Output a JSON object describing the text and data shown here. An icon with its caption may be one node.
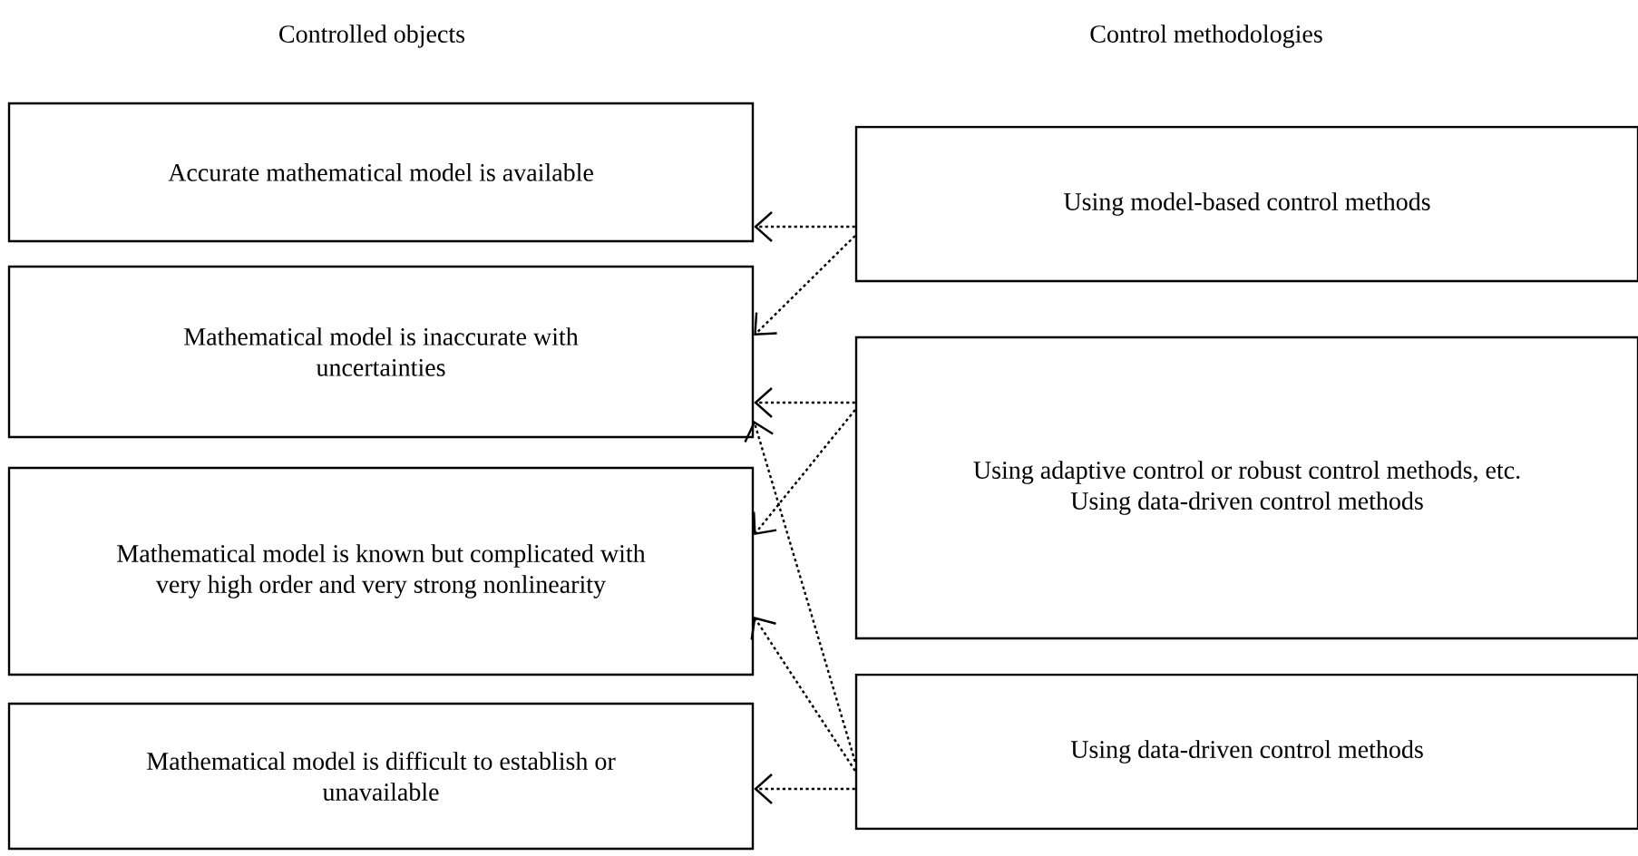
{
  "diagram": {
    "nodes": [
      {
        "text": [
          "Accurate mathematical model is available"
        ]
      },
      {
        "text": [
          "Mathematical model is inaccurate with uncertainties"
        ]
      },
      {
        "text": [
          "Mathematical model is known but complicated with very high order and very strong nonlinearity"
        ]
      },
      {
        "text": [
          "Mathematical model is difficult to establish or unavailable"
        ]
      },
      {
        "text": [
          "Using model-based control methods"
        ]
      },
      {
        "text": [
          "Using adaptive control or robust control methods, etc.",
          "Using data-driven control methods"
        ]
      },
      {
        "text": [
          "Using data-driven control methods"
        ]
      }
    ],
    "edges": [
      {
        "from": 4,
        "to": 0,
        "arrow": "to"
      },
      {
        "from": 4,
        "to": 1,
        "arrow": "to"
      },
      {
        "from": 5,
        "to": 1,
        "arrow": "to"
      },
      {
        "from": 5,
        "to": 2,
        "arrow": "to"
      },
      {
        "from": 6,
        "to": 1,
        "arrow": "to"
      },
      {
        "from": 6,
        "to": 2,
        "arrow": "to"
      },
      {
        "from": 6,
        "to": 3,
        "arrow": "to"
      }
    ],
    "labels": [
      "Controlled objects",
      "Control methodologies"
    ]
  }
}
